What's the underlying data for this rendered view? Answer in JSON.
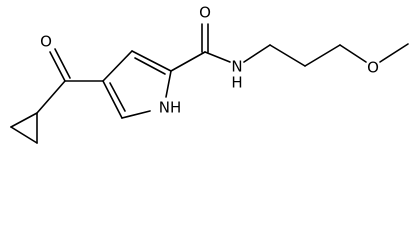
{
  "molecule": {
    "atom_labels": {
      "ketone_oxygen": "O",
      "amide_oxygen": "O",
      "amide_nitrogen": "N",
      "amide_hydrogen": "H",
      "ring_nh": "NH",
      "ether_oxygen": "O"
    }
  }
}
